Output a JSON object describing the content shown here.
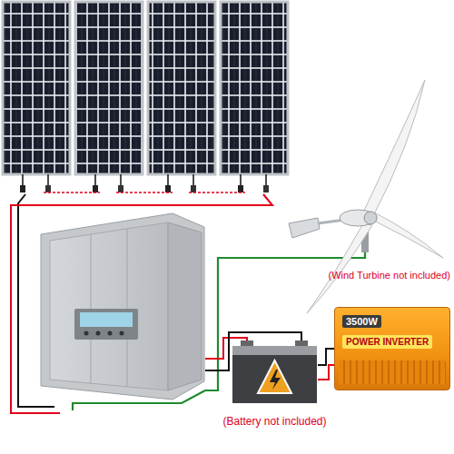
{
  "diagram": {
    "nodes": [
      {
        "text": [
          "(Battery not included)"
        ]
      },
      {
        "text": [
          "3500W",
          "POWER INVERTER"
        ]
      }
    ],
    "edges": [
      {
        "from": 0,
        "to": 1,
        "arrow": "none"
      }
    ],
    "labels": [
      "(Wind Turbine not included)"
    ]
  }
}
